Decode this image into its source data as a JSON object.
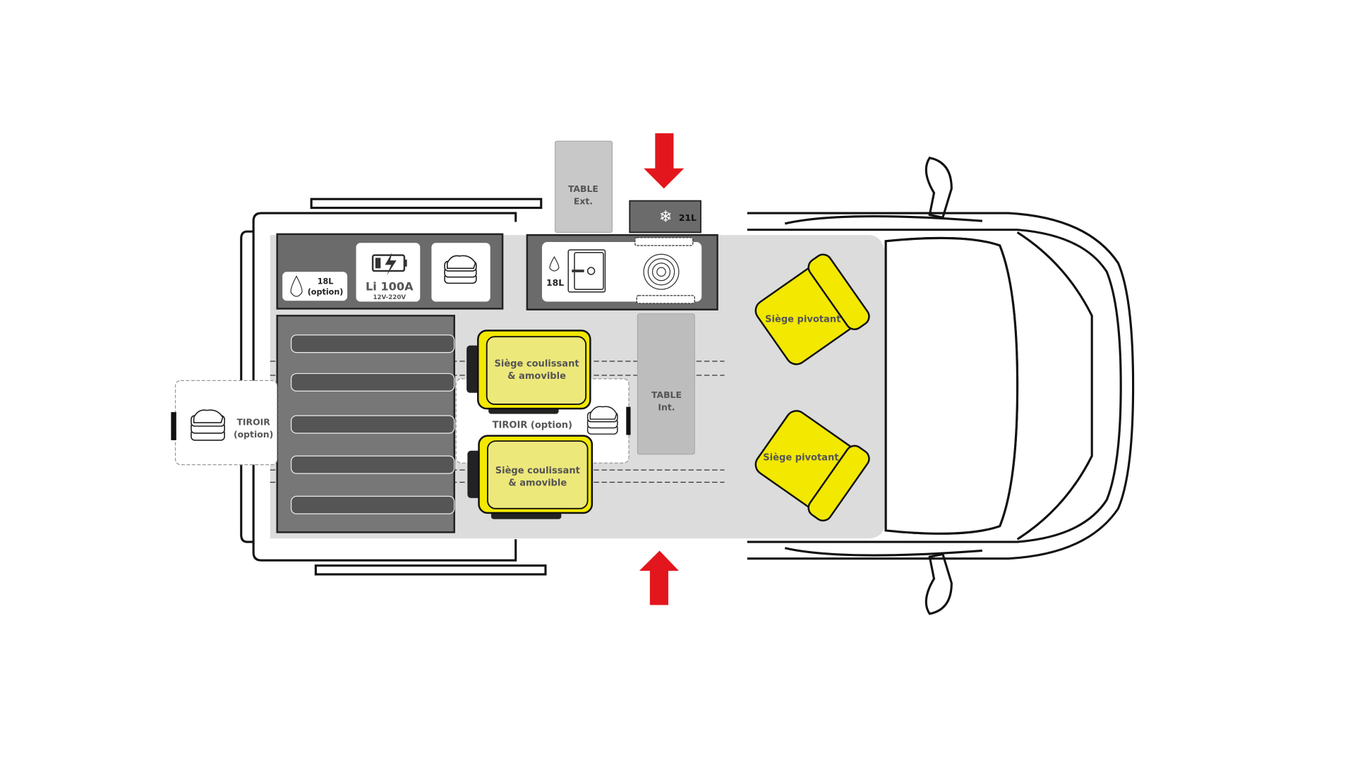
{
  "storage": {
    "water_tank": "18L",
    "water_tank_option": "(option)",
    "battery": "Li 100A",
    "battery_voltage": "12V-220V"
  },
  "kitchen": {
    "water": "18L",
    "fridge": "21L"
  },
  "tables": {
    "ext_line1": "TABLE",
    "ext_line2": "Ext.",
    "int_line1": "TABLE",
    "int_line2": "Int."
  },
  "seats": {
    "sliding_line1": "Siège coulissant",
    "sliding_line2": "& amovible",
    "swivel": "Siège pivotant"
  },
  "drawers": {
    "rear_line1": "TIROIR",
    "rear_line2": "(option)",
    "middle": "TIROIR (option)"
  },
  "colors": {
    "seat": "#f2e800",
    "seat_inner": "#ede87a",
    "arrow": "#e3161d",
    "cabinet": "#6b6b6b",
    "floor": "#dcdcdc"
  }
}
